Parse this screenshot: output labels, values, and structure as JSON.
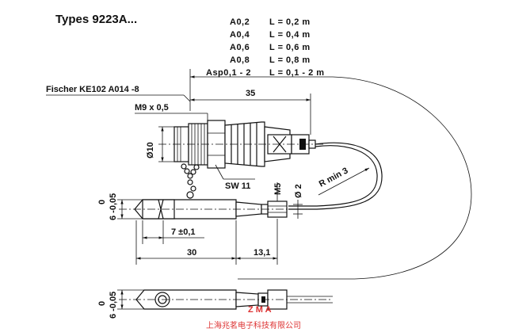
{
  "title": "Types 9223A...",
  "variants": [
    {
      "code": "A0,2",
      "length": "L = 0,2 m"
    },
    {
      "code": "A0,4",
      "length": "L = 0,4 m"
    },
    {
      "code": "A0,6",
      "length": "L = 0,6 m"
    },
    {
      "code": "A0,8",
      "length": "L = 0,8 m"
    },
    {
      "code": "Asp0,1 - 2",
      "length": "L = 0,1 - 2 m"
    }
  ],
  "labels": {
    "connector": "Fischer  KE102 A014 -8",
    "thread": "M9 x 0,5",
    "dim_35": "35",
    "dia_10": "Ø10",
    "wrench": "SW 11",
    "m5": "M5",
    "dia_2": "Ø 2",
    "bend_radius": "R min 3",
    "tol_top": "6 -0,05",
    "tol_top_zero": "0",
    "dim_7": "7 ±0,1",
    "dim_30": "30",
    "dim_13": "13,1",
    "tol_bottom": "6 -0,05",
    "tol_bottom_zero": "0"
  },
  "watermark": {
    "letters": "Z M A",
    "company": "上海兆茗电子科技有限公司",
    "color": "#dd3333"
  }
}
